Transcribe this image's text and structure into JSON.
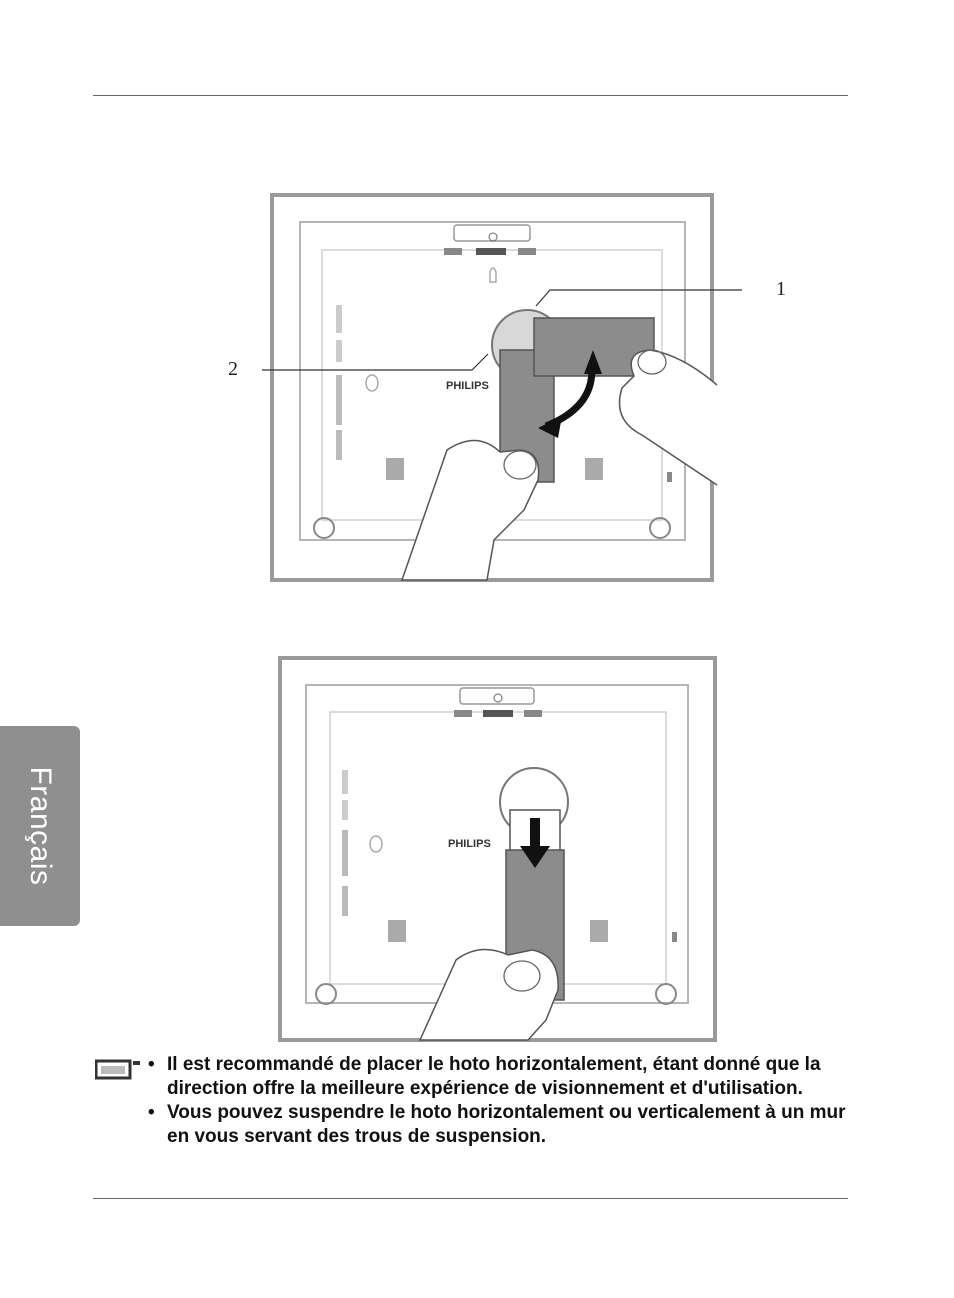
{
  "side_tab": {
    "label": "Français"
  },
  "figure1": {
    "brand": "PHILIPS",
    "callouts": [
      "1",
      "2"
    ]
  },
  "figure2": {
    "brand": "PHILIPS"
  },
  "notes": {
    "icon": "note-icon",
    "items": [
      "Il est recommandé de placer le    hoto           horizontalement, étant donné que la direction offre la meilleure expérience de visionnement et d'utilisation.",
      "Vous pouvez suspendre le    hoto           horizontalement ou verticalement à un mur en vous servant des trous de suspension."
    ]
  }
}
